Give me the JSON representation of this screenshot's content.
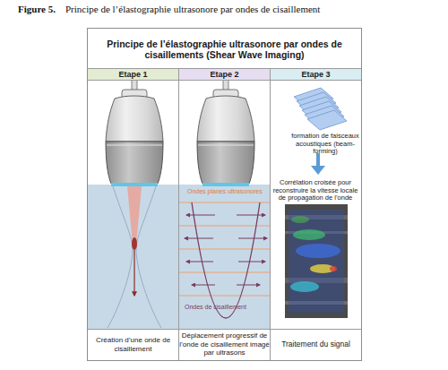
{
  "diagram": {
    "title": "Principe de l’élastographie ultrasonore par ondes de cisaillement",
    "nodes": [
      {
        "text": [
          "Principe de l’élastographie ultrasonore par ondes de cisaillements (Shear Wave Imaging)"
        ]
      },
      {
        "text": [
          "Etape 1",
          "Création d’une onde de cisaillement"
        ],
        "in": 0
      },
      {
        "text": [
          "Etape 2",
          "Déplacement progressif de l’onde de cisaillement imagé par ultrasons"
        ],
        "in": 0
      },
      {
        "text": [
          "Etape 3",
          "formation de faisceaux acoustiques (beam-forming)",
          "Corrélation croisée pour reconstruire la vitesse locale de propagation de l’onde",
          "Traitement du signal"
        ],
        "in": 0
      }
    ],
    "labels": [
      "Figure 5.",
      "Ondes planes ultrasonores",
      "Ondes de cisaillement"
    ]
  }
}
